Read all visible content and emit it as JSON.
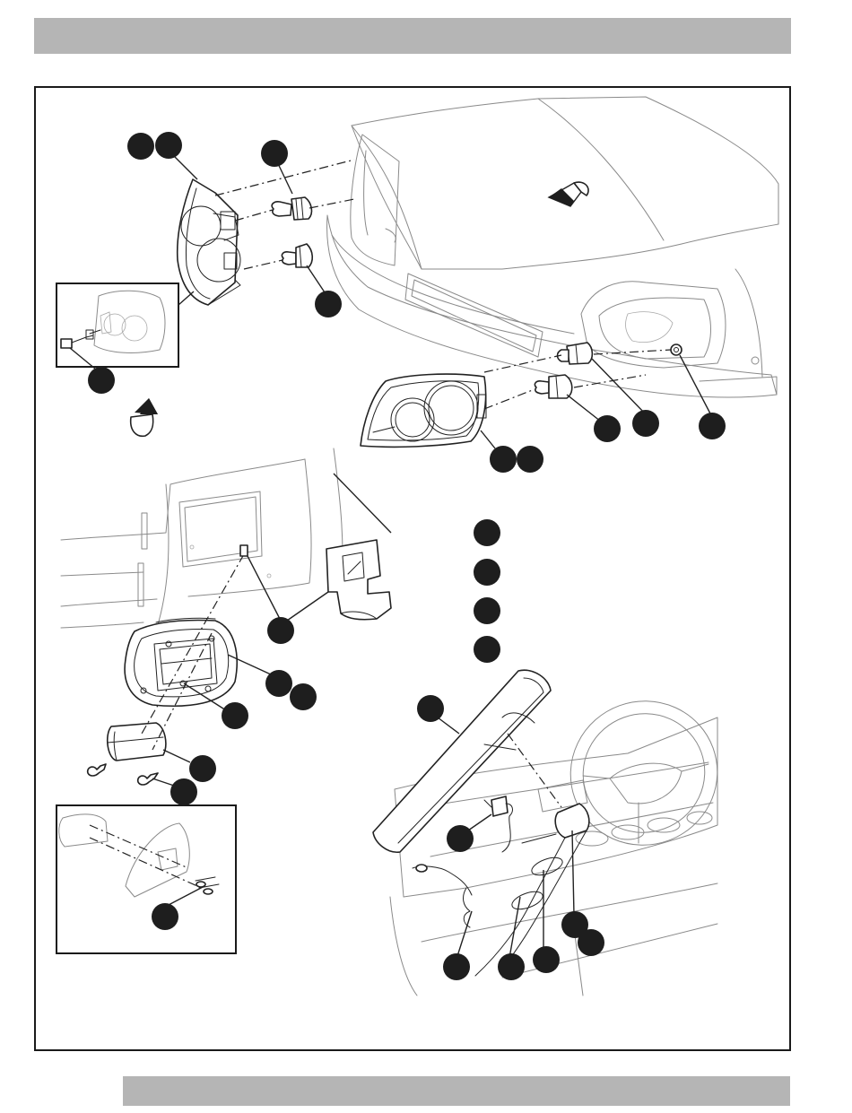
{
  "page": {
    "header_bar_color": "#b5b5b5",
    "footer_bar_color": "#b5b5b5",
    "frame_color": "#1a1a1a"
  },
  "diagram": {
    "callout_color": "#1e1e1e",
    "line_color": "#222222",
    "background_line_color": "#8a8a8a",
    "insets": [
      "headlight-connector-detail",
      "taillight-bulb-detail"
    ],
    "arrows": [
      "forward-arrow-hood",
      "forward-arrow-left"
    ],
    "callout_labels": []
  }
}
